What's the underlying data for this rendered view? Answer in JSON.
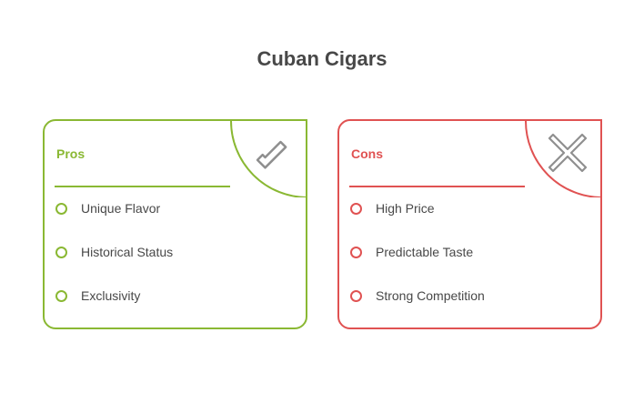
{
  "title": "Cuban Cigars",
  "colors": {
    "pros": "#8ab833",
    "cons": "#e05252",
    "icon": "#8f8f8f"
  },
  "pros": {
    "heading": "Pros",
    "icon": "check-icon",
    "items": [
      "Unique Flavor",
      "Historical Status",
      "Exclusivity"
    ]
  },
  "cons": {
    "heading": "Cons",
    "icon": "x-icon",
    "items": [
      "High Price",
      "Predictable Taste",
      "Strong Competition"
    ]
  }
}
